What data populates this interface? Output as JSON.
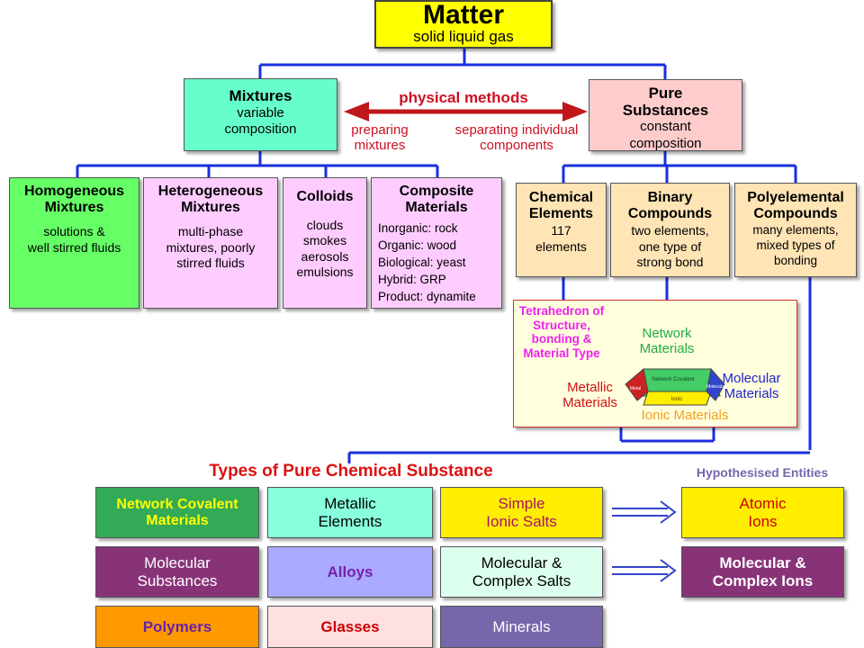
{
  "matter": {
    "title": "Matter",
    "subtitle": "solid liquid gas"
  },
  "mixtures": {
    "title": "Mixtures",
    "subtitle": "variable\ncomposition"
  },
  "pure": {
    "title": "Pure\nSubstances",
    "subtitle": "constant\ncomposition"
  },
  "physical": {
    "label": "physical methods",
    "left": "preparing\nmixtures",
    "right": "separating individual\ncomponents"
  },
  "mixture_types": [
    {
      "title": "Homogeneous\nMixtures",
      "text": "solutions &\nwell stirred fluids"
    },
    {
      "title": "Heterogeneous\nMixtures",
      "text": "multi-phase\nmixtures, poorly\nstirred fluids"
    },
    {
      "title": "Colloids",
      "text": "clouds\nsmokes\naerosols\nemulsions"
    },
    {
      "title": "Composite\nMaterials",
      "text": "Inorganic: rock\nOrganic: wood\nBiological: yeast\nHybrid: GRP\nProduct: dynamite"
    }
  ],
  "pure_types": [
    {
      "title": "Chemical\nElements",
      "text": "117\nelements"
    },
    {
      "title": "Binary\nCompounds",
      "text": "two elements,\none type of\nstrong bond"
    },
    {
      "title": "Polyelemental\nCompounds",
      "text": "many elements,\nmixed types of\nbonding"
    }
  ],
  "tetra": {
    "title": "Tetrahedron of\nStructure,\nbonding &\nMaterial Type",
    "network": "Network\nMaterials",
    "molecular": "Molecular\nMaterials",
    "metallic": "Metallic\nMaterials",
    "ionic": "Ionic Materials",
    "face_network": "Network\nCovalent",
    "face_metal": "Metal",
    "face_ionic": "Ionic",
    "face_molecular": "Molecular"
  },
  "types_title": "Types of Pure Chemical Substance",
  "hypothesised": "Hypothesised Entities",
  "grid": [
    {
      "label": "Network Covalent\nMaterials",
      "bg": "#33aa55",
      "fg": "#ffff00"
    },
    {
      "label": "Metallic\nElements",
      "bg": "#88ffdd",
      "fg": "#000000"
    },
    {
      "label": "Simple\nIonic Salts",
      "bg": "#ffee00",
      "fg": "#aa1166"
    },
    {
      "label": "Molecular\nSubstances",
      "bg": "#883377",
      "fg": "#ffffff"
    },
    {
      "label": "Alloys",
      "bg": "#aaaaff",
      "fg": "#7722aa"
    },
    {
      "label": "Molecular &\nComplex Salts",
      "bg": "#ddffee",
      "fg": "#000000"
    },
    {
      "label": "Polymers",
      "bg": "#ff9900",
      "fg": "#6622aa"
    },
    {
      "label": "Glasses",
      "bg": "#ffe0e0",
      "fg": "#cc0000"
    },
    {
      "label": "Minerals",
      "bg": "#7766aa",
      "fg": "#ffffff"
    }
  ],
  "entities": [
    {
      "label": "Atomic\nIons",
      "bg": "#ffee00",
      "fg": "#cc0000"
    },
    {
      "label": "Molecular &\nComplex Ions",
      "bg": "#883377",
      "fg": "#ffffff"
    }
  ]
}
